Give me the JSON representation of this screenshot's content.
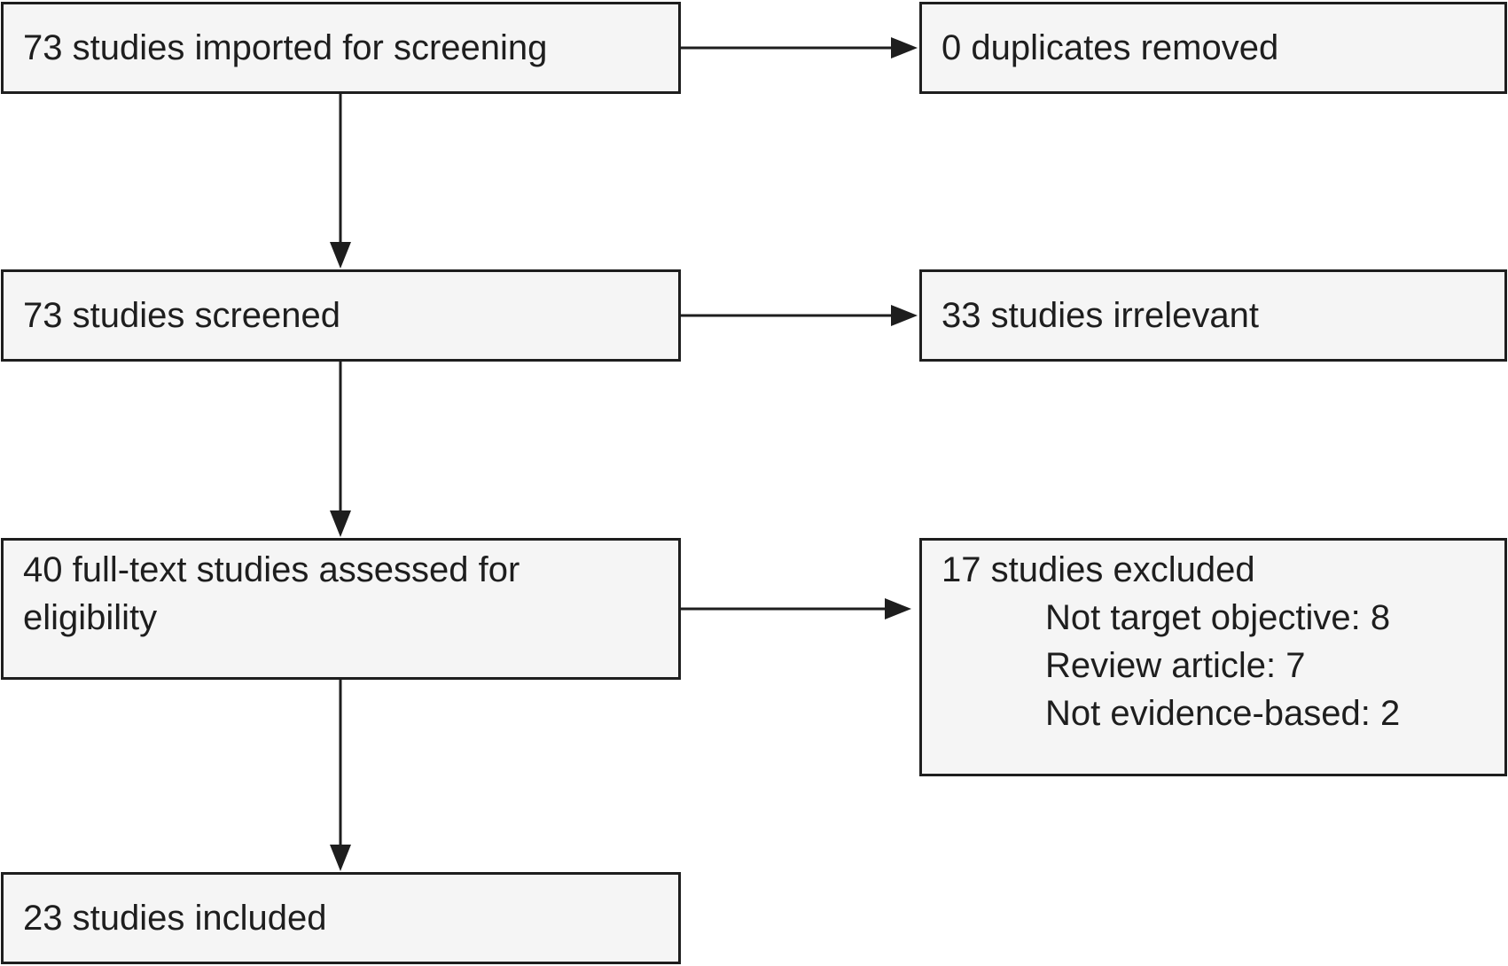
{
  "flowchart": {
    "imported": "73 studies imported for screening",
    "duplicates": "0 duplicates removed",
    "screened": "73 studies screened",
    "irrelevant": "33 studies irrelevant",
    "assessed_line1": "40 full-text studies assessed for",
    "assessed_line2": "eligibility",
    "excluded": {
      "title": "17 studies excluded",
      "reasons": [
        "Not target objective: 8",
        "Review article: 7",
        "Not evidence-based: 2"
      ]
    },
    "included": "23 studies included"
  },
  "colors": {
    "box_fill": "#f5f5f5",
    "stroke": "#1e1e1e"
  }
}
